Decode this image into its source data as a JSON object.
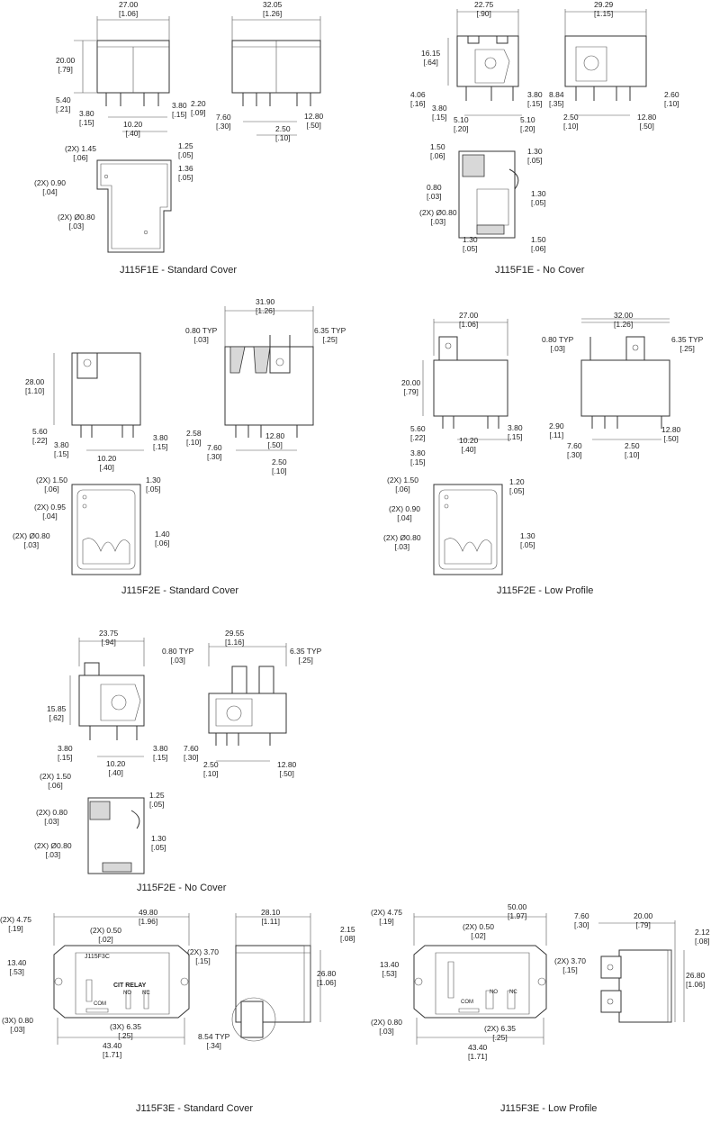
{
  "captions": {
    "f1e_std": "J115F1E - Standard Cover",
    "f1e_nocover": "J115F1E - No Cover",
    "f2e_std": "J115F2E - Standard Cover",
    "f2e_low": "J115F2E - Low Profile",
    "f2e_nocover": "J115F2E - No Cover",
    "f3e_std": "J115F3E - Standard Cover",
    "f3e_low": "J115F3E - Low Profile"
  },
  "labels": [
    {
      "id": "a1",
      "mm": "27.00",
      "in": "[1.06]"
    },
    {
      "id": "a2",
      "mm": "32.05",
      "in": "[1.26]"
    },
    {
      "id": "a3",
      "mm": "20.00",
      "in": "[.79]"
    },
    {
      "id": "a4",
      "mm": "5.40",
      "in": "[.21]"
    },
    {
      "id": "a5",
      "mm": "3.80",
      "in": "[.15]"
    },
    {
      "id": "a6",
      "mm": "10.20",
      "in": "[.40]"
    },
    {
      "id": "a7",
      "mm": "3.80",
      "in": "[.15]"
    },
    {
      "id": "a8",
      "mm": "2.20",
      "in": "[.09]"
    },
    {
      "id": "a9",
      "mm": "7.60",
      "in": "[.30]"
    },
    {
      "id": "a10",
      "mm": "2.50",
      "in": "[.10]"
    },
    {
      "id": "a11",
      "mm": "12.80",
      "in": "[.50]"
    },
    {
      "id": "a12",
      "mm": "(2X) 1.45",
      "in": "[.06]"
    },
    {
      "id": "a13",
      "mm": "1.25",
      "in": "[.05]"
    },
    {
      "id": "a14",
      "mm": "1.36",
      "in": "[.05]"
    },
    {
      "id": "a15",
      "mm": "(2X) 0.90",
      "in": "[.04]"
    },
    {
      "id": "a16",
      "mm": "(2X) Ø0.80",
      "in": "[.03]"
    },
    {
      "id": "b1",
      "mm": "22.75",
      "in": "[.90]"
    },
    {
      "id": "b2",
      "mm": "29.29",
      "in": "[1.15]"
    },
    {
      "id": "b3",
      "mm": "16.15",
      "in": "[.64]"
    },
    {
      "id": "b4",
      "mm": "4.06",
      "in": "[.16]"
    },
    {
      "id": "b5",
      "mm": "3.80",
      "in": "[.15]"
    },
    {
      "id": "b6",
      "mm": "5.10",
      "in": "[.20]"
    },
    {
      "id": "b7",
      "mm": "5.10",
      "in": "[.20]"
    },
    {
      "id": "b8",
      "mm": "3.80",
      "in": "[.15]"
    },
    {
      "id": "b9",
      "mm": "8.84",
      "in": "[.35]"
    },
    {
      "id": "b10",
      "mm": "2.60",
      "in": "[.10]"
    },
    {
      "id": "b11",
      "mm": "2.50",
      "in": "[.10]"
    },
    {
      "id": "b12",
      "mm": "12.80",
      "in": "[.50]"
    },
    {
      "id": "b13",
      "mm": "1.50",
      "in": "[.06]"
    },
    {
      "id": "b14",
      "mm": "1.30",
      "in": "[.05]"
    },
    {
      "id": "b15",
      "mm": "0.80",
      "in": "[.03]"
    },
    {
      "id": "b16",
      "mm": "1.30",
      "in": "[.05]"
    },
    {
      "id": "b17",
      "mm": "(2X) Ø0.80",
      "in": "[.03]"
    },
    {
      "id": "b18",
      "mm": "1.30",
      "in": "[.05]"
    },
    {
      "id": "b19",
      "mm": "1.50",
      "in": "[.06]"
    },
    {
      "id": "c1",
      "mm": "31.90",
      "in": "[1.26]"
    },
    {
      "id": "c2",
      "mm": "0.80 TYP",
      "in": "[.03]"
    },
    {
      "id": "c3",
      "mm": "6.35 TYP",
      "in": "[.25]"
    },
    {
      "id": "c4",
      "mm": "28.00",
      "in": "[1.10]"
    },
    {
      "id": "c5",
      "mm": "5.60",
      "in": "[.22]"
    },
    {
      "id": "c6",
      "mm": "3.80",
      "in": "[.15]"
    },
    {
      "id": "c7",
      "mm": "10.20",
      "in": "[.40]"
    },
    {
      "id": "c8",
      "mm": "3.80",
      "in": "[.15]"
    },
    {
      "id": "c9",
      "mm": "2.58",
      "in": "[.10]"
    },
    {
      "id": "c10",
      "mm": "7.60",
      "in": "[.30]"
    },
    {
      "id": "c11",
      "mm": "12.80",
      "in": "[.50]"
    },
    {
      "id": "c12",
      "mm": "2.50",
      "in": "[.10]"
    },
    {
      "id": "c13",
      "mm": "(2X) 1.50",
      "in": "[.06]"
    },
    {
      "id": "c14",
      "mm": "1.30",
      "in": "[.05]"
    },
    {
      "id": "c15",
      "mm": "(2X) 0.95",
      "in": "[.04]"
    },
    {
      "id": "c16",
      "mm": "(2X) Ø0.80",
      "in": "[.03]"
    },
    {
      "id": "c17",
      "mm": "1.40",
      "in": "[.06]"
    },
    {
      "id": "d1",
      "mm": "27.00",
      "in": "[1.06]"
    },
    {
      "id": "d2",
      "mm": "32.00",
      "in": "[1.26]"
    },
    {
      "id": "d3",
      "mm": "0.80 TYP",
      "in": "[.03]"
    },
    {
      "id": "d4",
      "mm": "6.35 TYP",
      "in": "[.25]"
    },
    {
      "id": "d5",
      "mm": "20.00",
      "in": "[.79]"
    },
    {
      "id": "d6",
      "mm": "5.60",
      "in": "[.22]"
    },
    {
      "id": "d7",
      "mm": "3.80",
      "in": "[.15]"
    },
    {
      "id": "d8",
      "mm": "10.20",
      "in": "[.40]"
    },
    {
      "id": "d9",
      "mm": "3.80",
      "in": "[.15]"
    },
    {
      "id": "d10",
      "mm": "2.90",
      "in": "[.11]"
    },
    {
      "id": "d11",
      "mm": "7.60",
      "in": "[.30]"
    },
    {
      "id": "d12",
      "mm": "12.80",
      "in": "[.50]"
    },
    {
      "id": "d13",
      "mm": "2.50",
      "in": "[.10]"
    },
    {
      "id": "d14",
      "mm": "(2X) 1.50",
      "in": "[.06]"
    },
    {
      "id": "d15",
      "mm": "1.20",
      "in": "[.05]"
    },
    {
      "id": "d16",
      "mm": "(2X) 0.90",
      "in": "[.04]"
    },
    {
      "id": "d17",
      "mm": "(2X) Ø0.80",
      "in": "[.03]"
    },
    {
      "id": "d18",
      "mm": "1.30",
      "in": "[.05]"
    },
    {
      "id": "e1",
      "mm": "23.75",
      "in": "[.94]"
    },
    {
      "id": "e2",
      "mm": "29.55",
      "in": "[1.16]"
    },
    {
      "id": "e3",
      "mm": "0.80 TYP",
      "in": "[.03]"
    },
    {
      "id": "e4",
      "mm": "6.35 TYP",
      "in": "[.25]"
    },
    {
      "id": "e5",
      "mm": "15.85",
      "in": "[.62]"
    },
    {
      "id": "e6",
      "mm": "3.80",
      "in": "[.15]"
    },
    {
      "id": "e7",
      "mm": "10.20",
      "in": "[.40]"
    },
    {
      "id": "e8",
      "mm": "3.80",
      "in": "[.15]"
    },
    {
      "id": "e9",
      "mm": "7.60",
      "in": "[.30]"
    },
    {
      "id": "e10",
      "mm": "2.50",
      "in": "[.10]"
    },
    {
      "id": "e11",
      "mm": "12.80",
      "in": "[.50]"
    },
    {
      "id": "e12",
      "mm": "(2X) 1.50",
      "in": "[.06]"
    },
    {
      "id": "e13",
      "mm": "1.25",
      "in": "[.05]"
    },
    {
      "id": "e14",
      "mm": "(2X) 0.80",
      "in": "[.03]"
    },
    {
      "id": "e15",
      "mm": "(2X) Ø0.80",
      "in": "[.03]"
    },
    {
      "id": "e16",
      "mm": "1.30",
      "in": "[.05]"
    },
    {
      "id": "f1",
      "mm": "(2X) 4.75",
      "in": "[.19]"
    },
    {
      "id": "f2",
      "mm": "49.80",
      "in": "[1.96]"
    },
    {
      "id": "f3",
      "mm": "(2X) 0.50",
      "in": "[.02]"
    },
    {
      "id": "f4",
      "mm": "13.40",
      "in": "[.53]"
    },
    {
      "id": "f5",
      "mm": "(2X) 3.70",
      "in": "[.15]"
    },
    {
      "id": "f6",
      "mm": "(3X) 0.80",
      "in": "[.03]"
    },
    {
      "id": "f7",
      "mm": "(3X) 6.35",
      "in": "[.25]"
    },
    {
      "id": "f8",
      "mm": "43.40",
      "in": "[1.71]"
    },
    {
      "id": "f9",
      "mm": "28.10",
      "in": "[1.11]"
    },
    {
      "id": "f10",
      "mm": "2.15",
      "in": "[.08]"
    },
    {
      "id": "f11",
      "mm": "26.80",
      "in": "[1.06]"
    },
    {
      "id": "f12",
      "mm": "8.54 TYP",
      "in": "[.34]"
    },
    {
      "id": "g1",
      "mm": "(2X) 4.75",
      "in": "[.19]"
    },
    {
      "id": "g2",
      "mm": "50.00",
      "in": "[1.97]"
    },
    {
      "id": "g3",
      "mm": "(2X) 0.50",
      "in": "[.02]"
    },
    {
      "id": "g4",
      "mm": "13.40",
      "in": "[.53]"
    },
    {
      "id": "g5",
      "mm": "(2X) 3.70",
      "in": "[.15]"
    },
    {
      "id": "g6",
      "mm": "(2X) 0.80",
      "in": "[.03]"
    },
    {
      "id": "g7",
      "mm": "(2X) 6.35",
      "in": "[.25]"
    },
    {
      "id": "g8",
      "mm": "43.40",
      "in": "[1.71]"
    },
    {
      "id": "g9",
      "mm": "7.60",
      "in": "[.30]"
    },
    {
      "id": "g10",
      "mm": "20.00",
      "in": "[.79]"
    },
    {
      "id": "g11",
      "mm": "2.12",
      "in": "[.08]"
    },
    {
      "id": "g12",
      "mm": "26.80",
      "in": "[1.06]"
    }
  ],
  "board_marks": {
    "part": "J115F3C",
    "maker": "CIT RELAY",
    "com": "COM",
    "no": "NO",
    "nc": "NC"
  }
}
